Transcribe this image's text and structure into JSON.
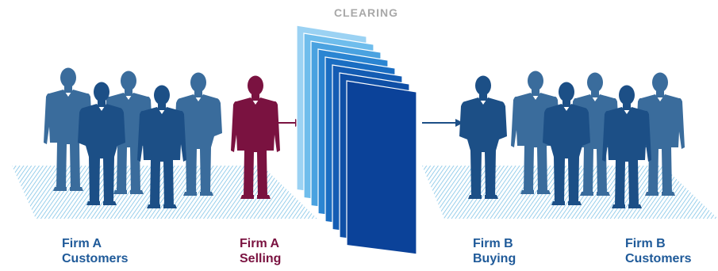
{
  "diagram": {
    "title": "CLEARING",
    "labels": {
      "firm_a_customers": {
        "line1": "Firm A",
        "line2": "Customers"
      },
      "firm_a_selling": {
        "line1": "Firm A",
        "line2": "Selling"
      },
      "firm_b_buying": {
        "line1": "Firm B",
        "line2": "Buying"
      },
      "firm_b_customers": {
        "line1": "Firm B",
        "line2": "Customers"
      }
    },
    "colors": {
      "customers_far": "#3a6c9c",
      "customers_near": "#1c4f86",
      "seller": "#7a1240",
      "buyer": "#1c4f86",
      "title": "#a8a8a8",
      "label_blue": "#1f5a99",
      "label_maroon": "#7a1240",
      "floor_hatch": "#7fc3e6",
      "arrow": "#1c4f86",
      "panels": [
        "#9bd2f3",
        "#6fbdec",
        "#4aa2e0",
        "#2b85d2",
        "#1a6dc2",
        "#145cb3",
        "#0f4fa6",
        "#0b4299"
      ]
    },
    "icons": [
      "person-silhouette-icon",
      "arrow-right-icon",
      "hatched-floor-icon",
      "stacked-panels-icon"
    ]
  }
}
